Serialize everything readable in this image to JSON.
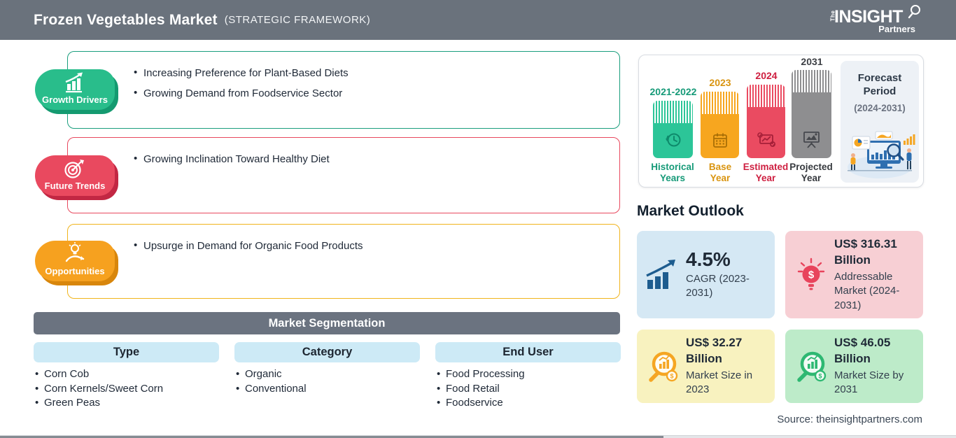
{
  "header": {
    "title": "Frozen Vegetables Market",
    "subtitle": "(STRATEGIC FRAMEWORK)",
    "logo": {
      "the": "The",
      "insight": "INSIGHT",
      "partners": "Partners"
    }
  },
  "framework": {
    "sections": [
      {
        "label": "Growth Drivers",
        "icon": "growth-chart-icon",
        "color": "#29bd8b",
        "border_color": "#1a9e7d",
        "bullets": [
          "Increasing Preference for Plant-Based Diets",
          "Growing Demand from Foodservice Sector"
        ]
      },
      {
        "label": "Future Trends",
        "icon": "target-icon",
        "color": "#e9495f",
        "border_color": "#e8485e",
        "bullets": [
          "Growing Inclination Toward Healthy Diet"
        ]
      },
      {
        "label": "Opportunities",
        "icon": "bulb-hand-icon",
        "color": "#f6a11f",
        "border_color": "#f0b41c",
        "bullets": [
          "Upsurge in Demand for Organic Food Products"
        ]
      }
    ]
  },
  "segmentation": {
    "title": "Market Segmentation",
    "columns": [
      {
        "header": "Type",
        "items": [
          "Corn Cob",
          "Corn Kernels/Sweet Corn",
          "Green Peas"
        ]
      },
      {
        "header": "Category",
        "items": [
          "Organic",
          "Conventional",
          ""
        ]
      },
      {
        "header": "End User",
        "items": [
          "Food Processing",
          "Food Retail",
          "Foodservice"
        ]
      }
    ]
  },
  "timeline": {
    "bars": [
      {
        "year": "2021-2022",
        "label_line1": "Historical",
        "label_line2": "Years",
        "color": "#2cc598",
        "icon": "history-clock-icon"
      },
      {
        "year": "2023",
        "label_line1": "Base",
        "label_line2": "Year",
        "color": "#f7a61f",
        "icon": "calendar-icon"
      },
      {
        "year": "2024",
        "label_line1": "Estimated",
        "label_line2": "Year",
        "color": "#ea4b61",
        "icon": "estimate-chart-icon"
      },
      {
        "year": "2031",
        "label_line1": "Projected",
        "label_line2": "Year",
        "color": "#8e8e90",
        "icon": "projection-board-icon"
      }
    ],
    "forecast": {
      "line1": "Forecast",
      "line2": "Period",
      "range": "(2024-2031)"
    }
  },
  "outlook": {
    "title": "Market Outlook",
    "cards": [
      {
        "value": "4.5%",
        "desc": "CAGR (2023-2031)",
        "bg": "#d5e8f4",
        "icon": "bar-growth-icon"
      },
      {
        "value": "US$ 316.31 Billion",
        "desc": "Addressable Market (2024-2031)",
        "bg": "#f7cfd4",
        "icon": "bulb-dollar-icon"
      },
      {
        "value": "US$ 32.27 Billion",
        "desc": "Market Size in 2023",
        "bg": "#f8f2bf",
        "icon": "magnifier-chart-icon"
      },
      {
        "value": "US$ 46.05 Billion",
        "desc": "Market Size by 2031",
        "bg": "#bdebc9",
        "icon": "magnifier-chart-icon"
      }
    ]
  },
  "source": "Source: theinsightpartners.com"
}
